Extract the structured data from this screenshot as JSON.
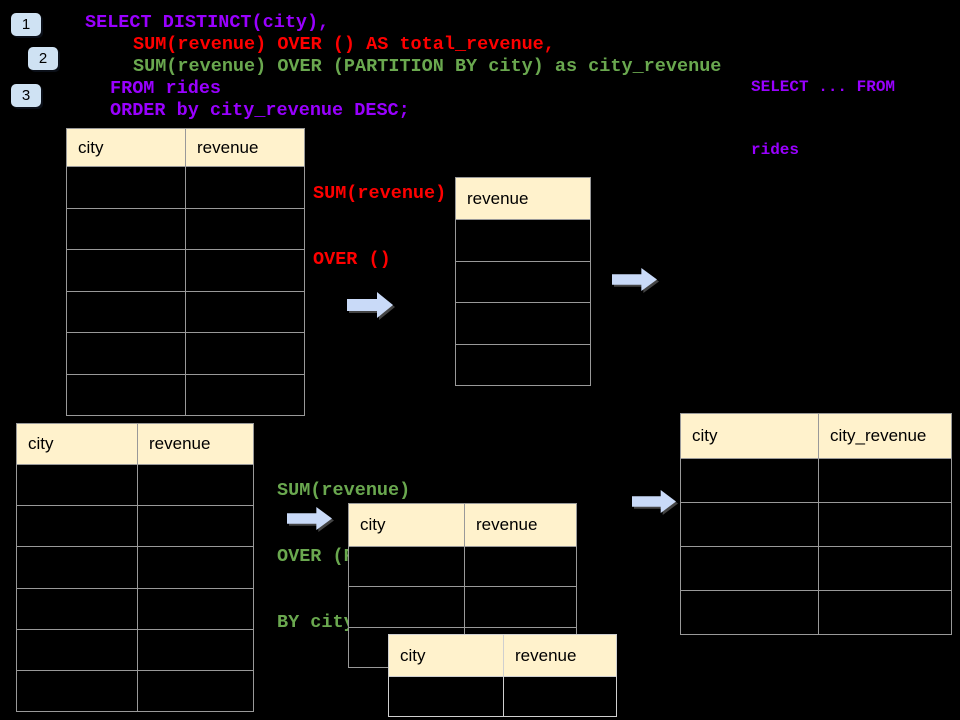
{
  "palette": {
    "background": "#000000",
    "purple": "#9900FF",
    "red": "#FF0000",
    "green": "#6AA84F",
    "table_header_fill": "#FFF2CC",
    "table_border": "#999999",
    "arrow_fill": "#C9DAF8",
    "badge_fill": "#CFE2F3"
  },
  "badges": [
    {
      "label": "1"
    },
    {
      "label": "2"
    },
    {
      "label": "3"
    }
  ],
  "sql": {
    "lines": [
      {
        "text": "SELECT DISTINCT(city),",
        "color": "#9900FF"
      },
      {
        "text": "SUM(revenue) OVER () AS total_revenue,",
        "color": "#FF0000"
      },
      {
        "text": "SUM(revenue) OVER (PARTITION BY city) as city_revenue",
        "color": "#6AA84F"
      },
      {
        "text": "FROM rides",
        "color": "#9900FF"
      },
      {
        "text": "ORDER by city_revenue DESC;",
        "color": "#9900FF"
      }
    ]
  },
  "side_note": {
    "lines": [
      "SELECT ... FROM",
      "rides"
    ],
    "color": "#9900FF"
  },
  "annotations": {
    "total": {
      "lines": [
        "SUM(revenue)",
        "OVER ()"
      ],
      "color": "#FF0000"
    },
    "partition": {
      "lines": [
        "SUM(revenue)",
        "OVER (PARTITION",
        "BY city)"
      ],
      "color": "#6AA84F"
    }
  },
  "tables": [
    {
      "name": "rides-source-total",
      "columns": [
        "city",
        "revenue"
      ],
      "empty_rows": 6
    },
    {
      "name": "total-revenue-result",
      "columns": [
        "revenue"
      ],
      "empty_rows": 4
    },
    {
      "name": "rides-source-partition",
      "columns": [
        "city",
        "revenue"
      ],
      "empty_rows": 6
    },
    {
      "name": "partition-group-back",
      "columns": [
        "city",
        "revenue"
      ],
      "empty_rows": 3
    },
    {
      "name": "partition-group-front",
      "columns": [
        "city",
        "revenue"
      ],
      "empty_rows": 1
    },
    {
      "name": "city-revenue-result",
      "columns": [
        "city",
        "city_revenue"
      ],
      "empty_rows": 4
    }
  ]
}
